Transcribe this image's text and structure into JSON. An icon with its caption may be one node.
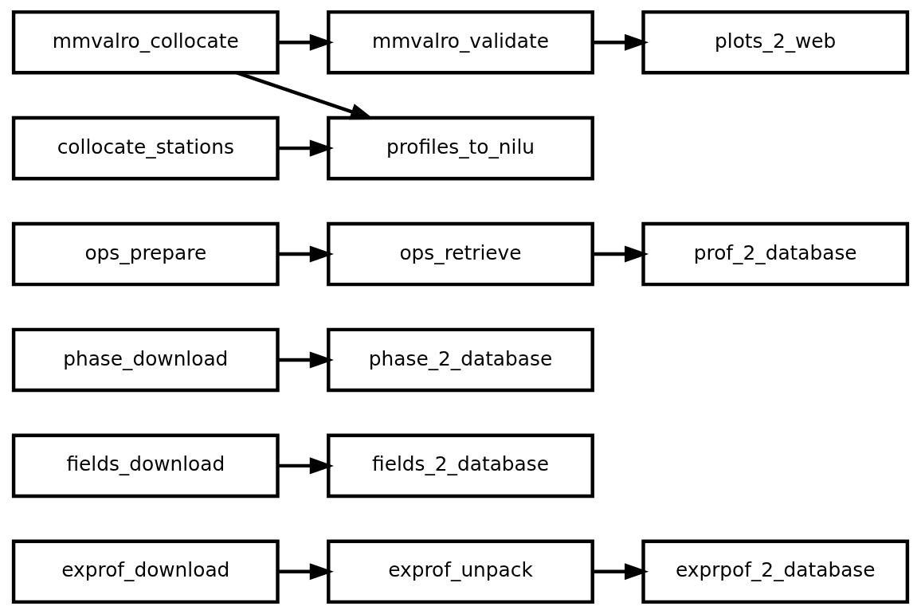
{
  "diagram": {
    "nodes": [
      {
        "text": [
          "exprof_download"
        ]
      },
      {
        "text": [
          "exprof_unpack"
        ]
      },
      {
        "text": [
          "exprpof_2_database"
        ]
      },
      {
        "text": [
          "fields_download"
        ]
      },
      {
        "text": [
          "fields_2_database"
        ]
      },
      {
        "text": [
          "phase_download"
        ]
      },
      {
        "text": [
          "phase_2_database"
        ]
      },
      {
        "text": [
          "ops_prepare"
        ]
      },
      {
        "text": [
          "ops_retrieve"
        ]
      },
      {
        "text": [
          "prof_2_database"
        ]
      },
      {
        "text": [
          "mmvalro_collocate"
        ]
      },
      {
        "text": [
          "mmvalro_validate"
        ]
      },
      {
        "text": [
          "plots_2_web"
        ]
      },
      {
        "text": [
          "collocate_stations"
        ]
      },
      {
        "text": [
          "profiles_to_nilu"
        ]
      }
    ],
    "edges": [
      {
        "from": 0,
        "to": 1,
        "arrow": "to"
      },
      {
        "from": 1,
        "to": 2,
        "arrow": "to"
      },
      {
        "from": 3,
        "to": 4,
        "arrow": "to"
      },
      {
        "from": 5,
        "to": 6,
        "arrow": "to"
      },
      {
        "from": 7,
        "to": 8,
        "arrow": "to"
      },
      {
        "from": 8,
        "to": 9,
        "arrow": "to"
      },
      {
        "from": 10,
        "to": 11,
        "arrow": "to"
      },
      {
        "from": 11,
        "to": 12,
        "arrow": "to"
      },
      {
        "from": 10,
        "to": 14,
        "arrow": "to"
      },
      {
        "from": 13,
        "to": 14,
        "arrow": "to"
      }
    ]
  }
}
